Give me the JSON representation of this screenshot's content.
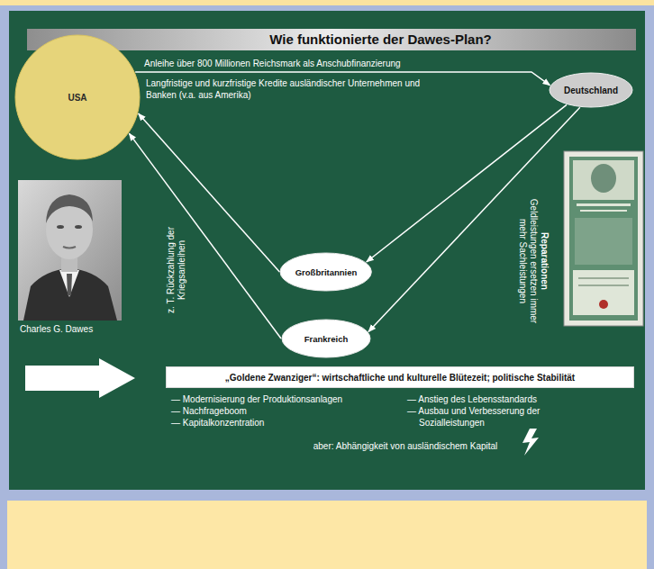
{
  "diagram": {
    "title": "Wie funktionierte der Dawes-Plan?",
    "nodes": [
      {
        "text": [
          "USA"
        ]
      },
      {
        "text": [
          "Deutschland"
        ]
      },
      {
        "text": [
          "Großbritannien"
        ]
      },
      {
        "text": [
          "Frankreich"
        ]
      },
      {
        "text": [
          "„Goldene Zwanziger“: wirtschaftliche und kulturelle Blütezeit; politische Stabilität"
        ]
      }
    ],
    "edges": [
      {
        "from": 0,
        "to": 1,
        "arrow": "to",
        "label": "Anleihe über 800 Millionen Reichsmark als Anschubfinanzierung"
      },
      {
        "from": 1,
        "to": 2,
        "arrow": "to"
      },
      {
        "from": 1,
        "to": 3,
        "arrow": "to"
      },
      {
        "from": 2,
        "to": 0,
        "arrow": "to"
      },
      {
        "from": 3,
        "to": 0,
        "arrow": "to"
      }
    ],
    "labels": [
      "Langfristige und kurzfristige Kredite ausländischer Unternehmen und Banken (v.a. aus Amerika)",
      "Reparationen",
      "Geldleistungen ersetzen immer mehr Sachleistungen",
      "z. T. Rückzahlung der Kriegsanleihen",
      "Charles G. Dawes",
      "— Modernisierung der Produktionsanlagen",
      "— Nachfrageboom",
      "— Kapitalkonzentration",
      "— Anstieg des Lebensstandards",
      "— Ausbau und Verbesserung der Sozialleistungen",
      "aber: Abhängigkeit von ausländischem Kapital"
    ]
  }
}
